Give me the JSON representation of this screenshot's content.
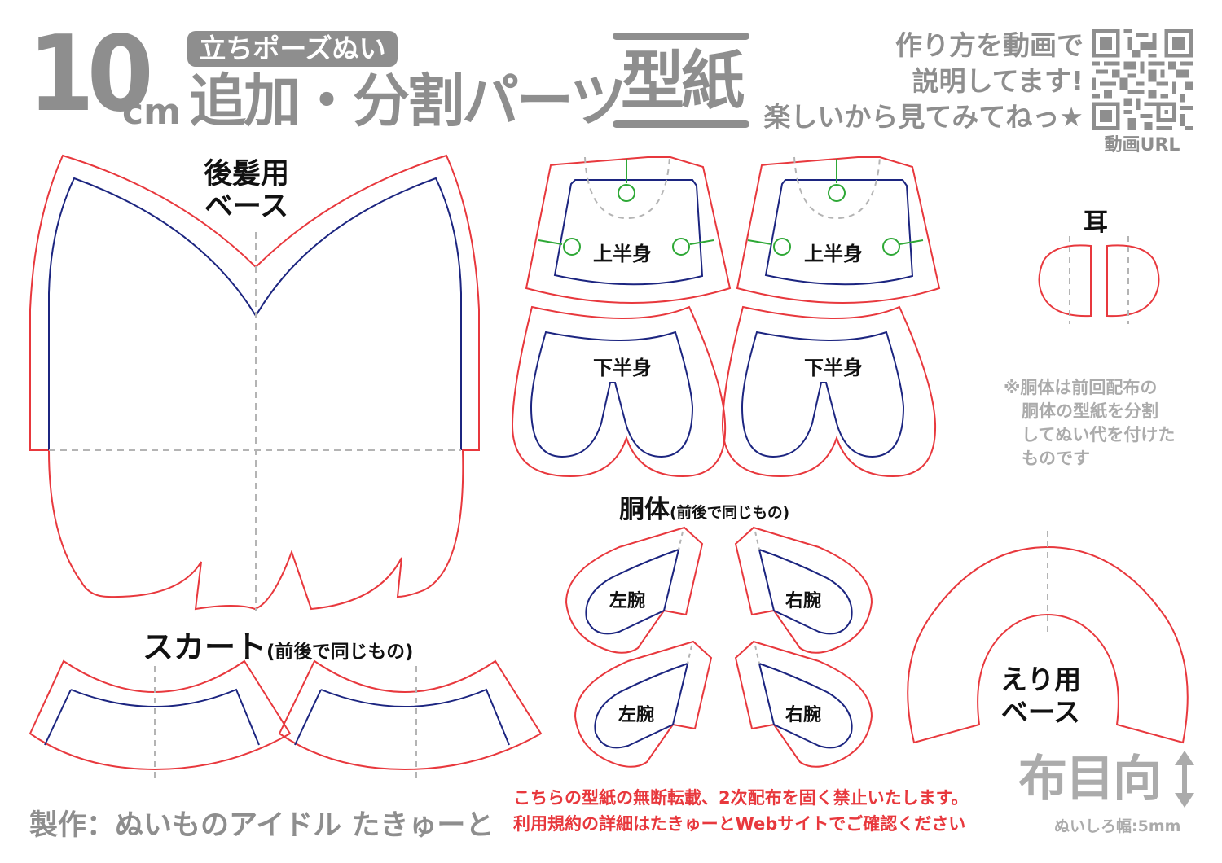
{
  "header": {
    "size_number": "10",
    "size_unit": "cm",
    "pill_label": "立ちポーズぬい",
    "subtitle": "追加・分割パーツ",
    "title_boxed": "型紙"
  },
  "promo": {
    "lines": [
      "作り方を動画で",
      "説明してます!",
      "楽しいから見てみてねっ★"
    ],
    "qr_label": "動画URL",
    "qr_icon": "qr-code-icon"
  },
  "parts": {
    "back_hair": {
      "line1": "後髪用",
      "line2": "ベース"
    },
    "upper_body": "上半身",
    "lower_body": "下半身",
    "ear": "耳",
    "torso_heading": "胴体",
    "torso_suffix": "(前後で同じもの)",
    "left_arm": "左腕",
    "right_arm": "右腕",
    "skirt_heading": "スカート",
    "skirt_suffix": "(前後で同じもの)",
    "collar": {
      "line1": "えり用",
      "line2": "ベース"
    }
  },
  "note": {
    "lines": [
      "※胴体は前回配布の",
      "胴体の型紙を分割",
      "してぬい代を付けた",
      "ものです"
    ]
  },
  "footer": {
    "credit": "製作：ぬいものアイドル たきゅーと",
    "warning_line1": "こちらの型紙の無断転載、2次配布を固く禁止いたします。",
    "warning_line2": "利用規約の詳細はたきゅーとWebサイトでご確認ください",
    "grain_label": "布目向",
    "grain_icon": "double-arrow-vertical-icon",
    "seam_allowance": "ぬいしろ幅:5mm"
  },
  "colors": {
    "cut_line": "#e8383d",
    "sew_line": "#1c2580",
    "guide_line": "#b4b4b4",
    "mark_line": "#2ea836",
    "title_gray": "#8e8e8e",
    "light_gray": "#ababab",
    "warning_red": "#e8383d"
  }
}
